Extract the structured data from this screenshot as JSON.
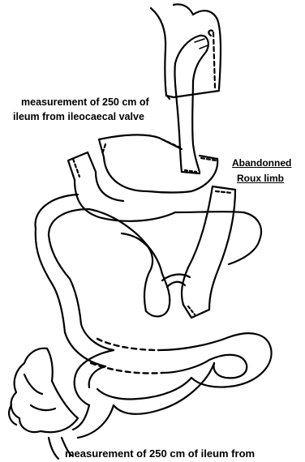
{
  "diagram": {
    "label_top_line1": "measurement of 250 cm of",
    "label_top_line2": "ileum from ileocaecal valve",
    "label_roux_line1": "Abandonned",
    "label_roux_line2": "Roux limb",
    "label_bottom": "measurement of 250 cm of ileum from"
  },
  "colors": {
    "ink": "#000000",
    "background": "#ffffff"
  }
}
